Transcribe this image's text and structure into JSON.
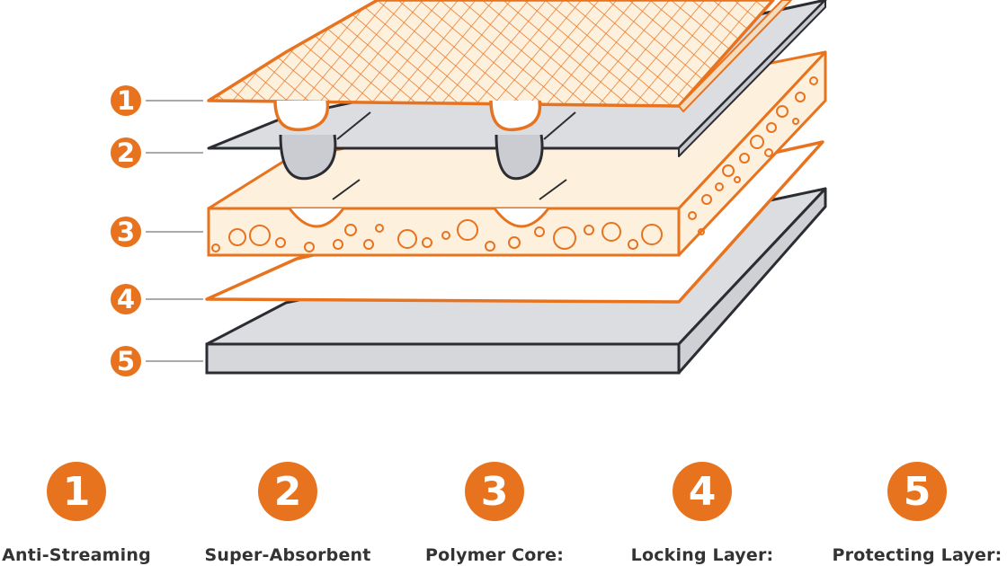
{
  "colors": {
    "accent": "#e8731f",
    "outline": "#2b2d33",
    "gray_layer": "#dcdde1",
    "core_fill": "#fdf0dc"
  },
  "callouts": [
    {
      "number": "1"
    },
    {
      "number": "2"
    },
    {
      "number": "3"
    },
    {
      "number": "4"
    },
    {
      "number": "5"
    }
  ],
  "legend": [
    {
      "number": "1",
      "label": "Anti-Streaming"
    },
    {
      "number": "2",
      "label": "Super-Absorbent"
    },
    {
      "number": "3",
      "label": "Polymer Core:"
    },
    {
      "number": "4",
      "label": "Locking Layer:"
    },
    {
      "number": "5",
      "label": "Protecting Layer:"
    }
  ]
}
